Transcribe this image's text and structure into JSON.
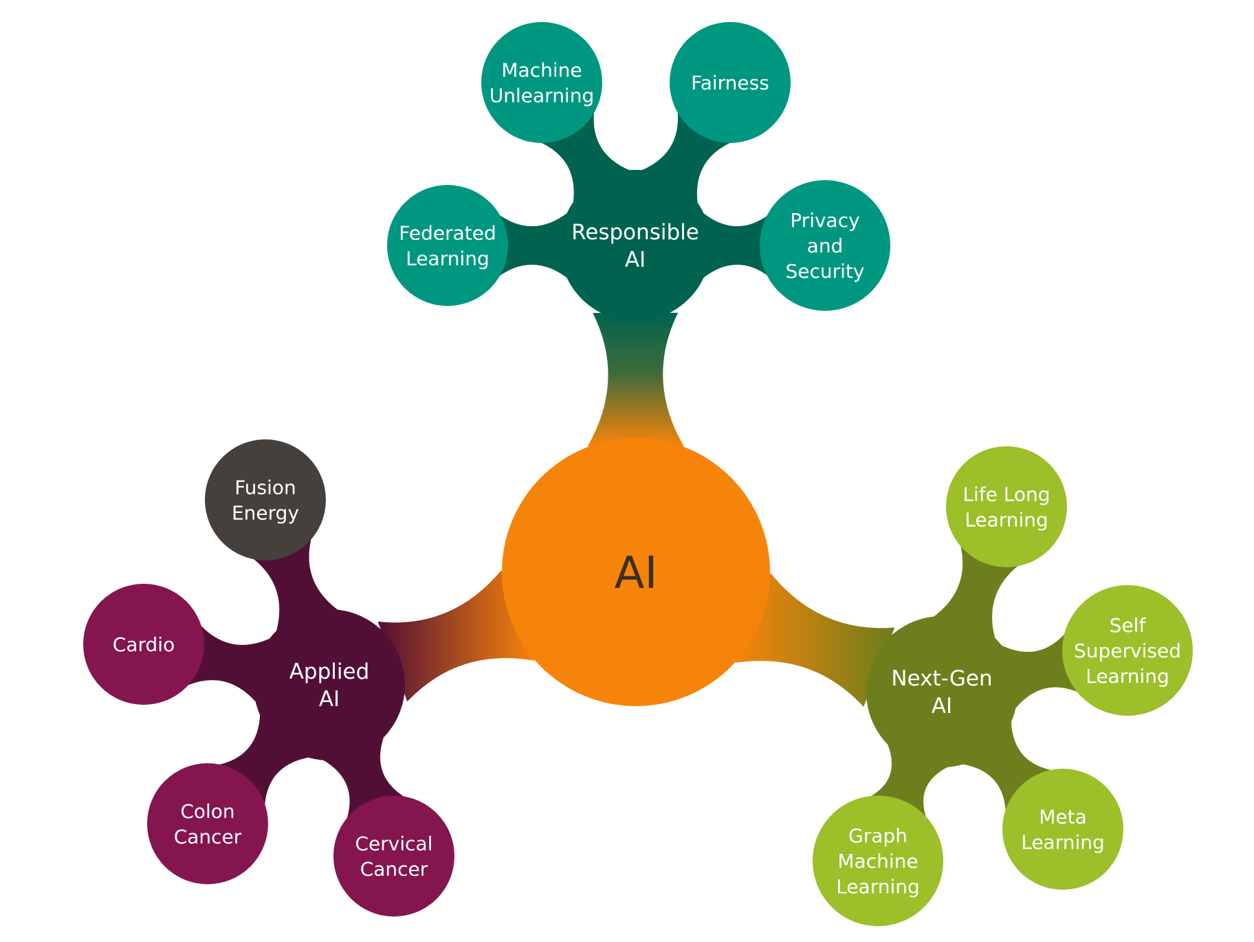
{
  "center": {
    "label": [
      "AI"
    ],
    "color": "#f7840a"
  },
  "branches": [
    {
      "id": "responsible",
      "label": [
        "Responsible",
        "AI"
      ],
      "color": "#00634f",
      "leaf_color": "#009781",
      "leaves": [
        {
          "id": "machine-unlearning",
          "label": [
            "Machine",
            "Unlearning"
          ]
        },
        {
          "id": "fairness",
          "label": [
            "Fairness"
          ]
        },
        {
          "id": "federated-learning",
          "label": [
            "Federated",
            "Learning"
          ]
        },
        {
          "id": "privacy-and-security",
          "label": [
            "Privacy",
            "and",
            "Security"
          ]
        }
      ]
    },
    {
      "id": "applied",
      "label": [
        "Applied",
        "AI"
      ],
      "color": "#520f35",
      "leaf_color": "#84154f",
      "leaves": [
        {
          "id": "fusion-energy",
          "label": [
            "Fusion",
            "Energy"
          ],
          "color": "#45403c"
        },
        {
          "id": "cardio",
          "label": [
            "Cardio"
          ]
        },
        {
          "id": "colon-cancer",
          "label": [
            "Colon",
            "Cancer"
          ]
        },
        {
          "id": "cervical-cancer",
          "label": [
            "Cervical",
            "Cancer"
          ]
        }
      ]
    },
    {
      "id": "nextgen",
      "label": [
        "Next-Gen",
        "AI"
      ],
      "color": "#6d7e1c",
      "leaf_color": "#9cbf2a",
      "leaves": [
        {
          "id": "life-long-learning",
          "label": [
            "Life Long",
            "Learning"
          ]
        },
        {
          "id": "self-supervised-learning",
          "label": [
            "Self",
            "Supervised",
            "Learning"
          ]
        },
        {
          "id": "meta-learning",
          "label": [
            "Meta",
            "Learning"
          ]
        },
        {
          "id": "graph-machine-learning",
          "label": [
            "Graph",
            "Machine",
            "Learning"
          ]
        }
      ]
    }
  ]
}
